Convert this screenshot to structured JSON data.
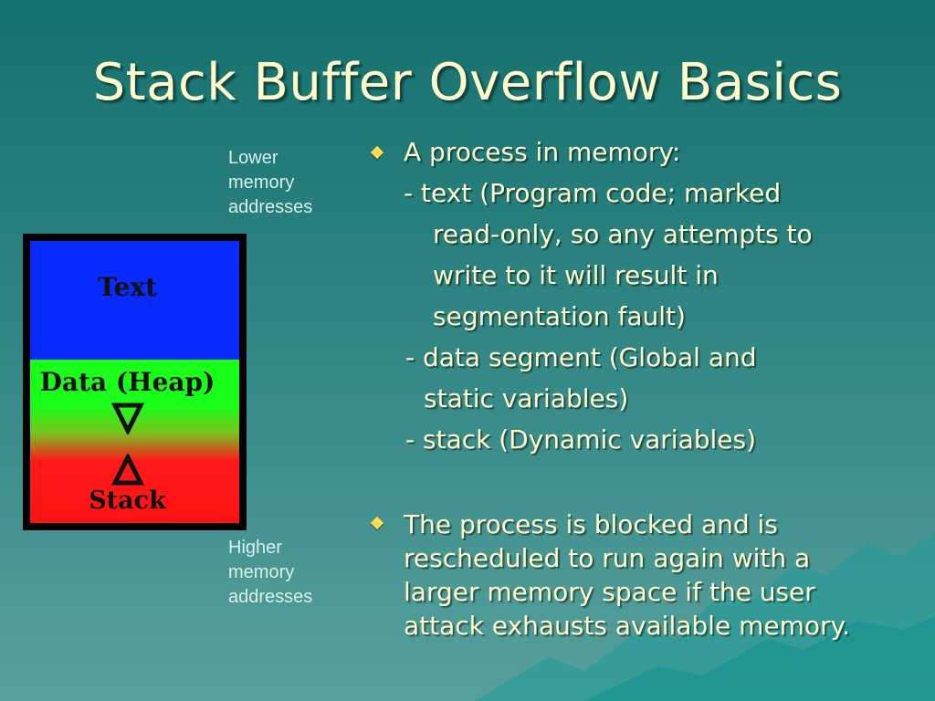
{
  "slide": {
    "title": "Stack Buffer Overflow Basics"
  },
  "diagram": {
    "lower_label": "Lower\nmemory\naddresses",
    "higher_label": "Higher\nmemory\naddresses",
    "segments": {
      "text": "Text",
      "data": "Data (Heap)",
      "stack": "Stack"
    },
    "colors": {
      "text_segment": "#0a2bff",
      "data_segment": "#19ff19",
      "stack_segment": "#ff1a1a"
    }
  },
  "bullets": [
    {
      "heading": "A process in memory:",
      "lines": [
        "- text (Program code; marked",
        "read-only, so any attempts to",
        "write to it will result in",
        "segmentation fault)",
        "- data segment (Global and",
        "static variables)",
        "- stack (Dynamic variables)"
      ]
    },
    {
      "lines": [
        "The process is blocked and is",
        "rescheduled to run again with a",
        "larger memory space if the user",
        "attack exhausts available memory."
      ]
    }
  ],
  "icons": {
    "bullet": "diamond-bullet-icon"
  }
}
